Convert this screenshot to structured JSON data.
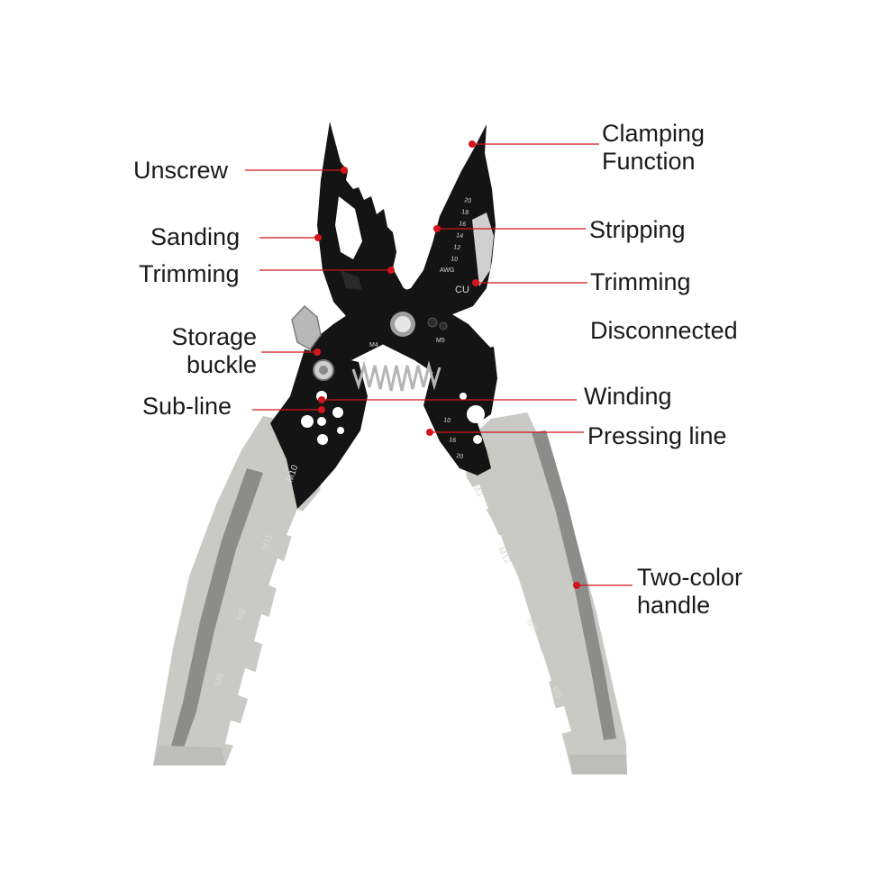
{
  "labels": {
    "unscrew": "Unscrew",
    "sanding": "Sanding",
    "trimming_left": "Trimming",
    "storage_buckle_1": "Storage",
    "storage_buckle_2": "buckle",
    "sub_line": "Sub-line",
    "clamping_1": "Clamping",
    "clamping_2": "Function",
    "stripping": "Stripping",
    "trimming_right": "Trimming",
    "disconnected": "Disconnected",
    "winding": "Winding",
    "pressing_line": "Pressing line",
    "two_color_1": "Two-color",
    "two_color_2": "handle"
  },
  "tool_markings": {
    "m4": "M4",
    "m5": "M5",
    "awg": "AWG",
    "cu": "CU",
    "gauges_jaw": [
      "20",
      "18",
      "16",
      "14",
      "12",
      "10"
    ],
    "gauges_lower": [
      "10",
      "16",
      "20"
    ],
    "handle_left": [
      "M10",
      "M11",
      "M8",
      "M6"
    ],
    "handle_right": [
      "M3",
      "M12",
      "M7",
      "M5"
    ]
  },
  "colors": {
    "pointer": "#d4141c",
    "steel": "#141414",
    "handle_light": "#c9c9c6",
    "handle_dark": "#8c8c8a"
  }
}
